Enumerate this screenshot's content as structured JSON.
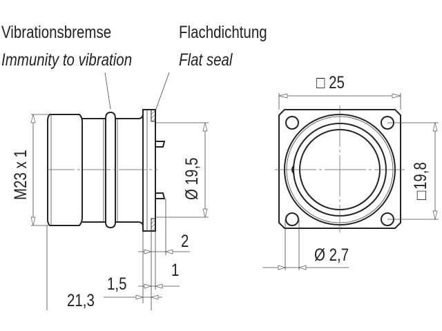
{
  "labels": {
    "vibration_de": "Vibrationsbremse",
    "vibration_en": "Immunity to vibration",
    "seal_de": "Flachdichtung",
    "seal_en": "Flat seal"
  },
  "side_view": {
    "thread": "M23 x 1",
    "diameter": "Ø 19,5",
    "dim_2": "2",
    "dim_1": "1",
    "dim_1_5": "1,5",
    "dim_21_3": "21,3"
  },
  "front_view": {
    "square": "□ 25",
    "hole_spacing": "19,8",
    "hole_spacing_symbol": "□",
    "hole_diameter": "Ø 2,7"
  }
}
